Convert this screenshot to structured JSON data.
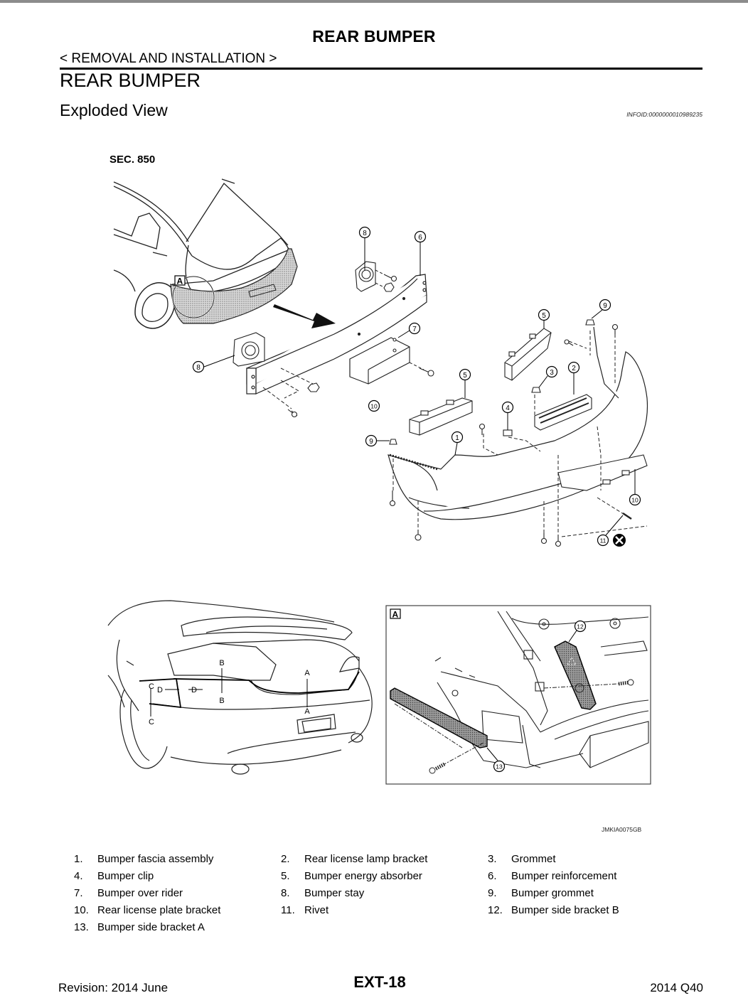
{
  "page": {
    "running_head": "REAR BUMPER",
    "breadcrumb": "< REMOVAL AND INSTALLATION >",
    "section_title": "REAR BUMPER",
    "subsection_title": "Exploded View",
    "infoid": "INFOID:0000000010989235"
  },
  "figure": {
    "section_label": "SEC. 850",
    "figure_code": "JMKIA0075GB",
    "detail_label": "A",
    "callouts": [
      "1",
      "2",
      "3",
      "4",
      "5",
      "5",
      "6",
      "7",
      "8",
      "8",
      "9",
      "9",
      "10",
      "10",
      "11",
      "12",
      "13"
    ],
    "clearance_labels": {
      "a_top": "A",
      "a_bottom": "A",
      "b_top": "B",
      "b_bottom": "B",
      "c_top": "C",
      "c_bottom": "C",
      "d_left": "D",
      "d_right": "D"
    }
  },
  "legend": [
    [
      {
        "num": "1.",
        "label": "Bumper fascia assembly"
      },
      {
        "num": "2.",
        "label": "Rear license lamp bracket"
      },
      {
        "num": "3.",
        "label": "Grommet"
      }
    ],
    [
      {
        "num": "4.",
        "label": "Bumper clip"
      },
      {
        "num": "5.",
        "label": "Bumper energy absorber"
      },
      {
        "num": "6.",
        "label": "Bumper reinforcement"
      }
    ],
    [
      {
        "num": "7.",
        "label": "Bumper over rider"
      },
      {
        "num": "8.",
        "label": "Bumper stay"
      },
      {
        "num": "9.",
        "label": "Bumper grommet"
      }
    ],
    [
      {
        "num": "10.",
        "label": "Rear license plate bracket"
      },
      {
        "num": "11.",
        "label": "Rivet"
      },
      {
        "num": "12.",
        "label": "Bumper side bracket B"
      }
    ],
    [
      {
        "num": "13.",
        "label": "Bumper side bracket A"
      }
    ]
  ],
  "footer": {
    "revision": "Revision: 2014 June",
    "page_number": "EXT-18",
    "model": "2014 Q40"
  }
}
